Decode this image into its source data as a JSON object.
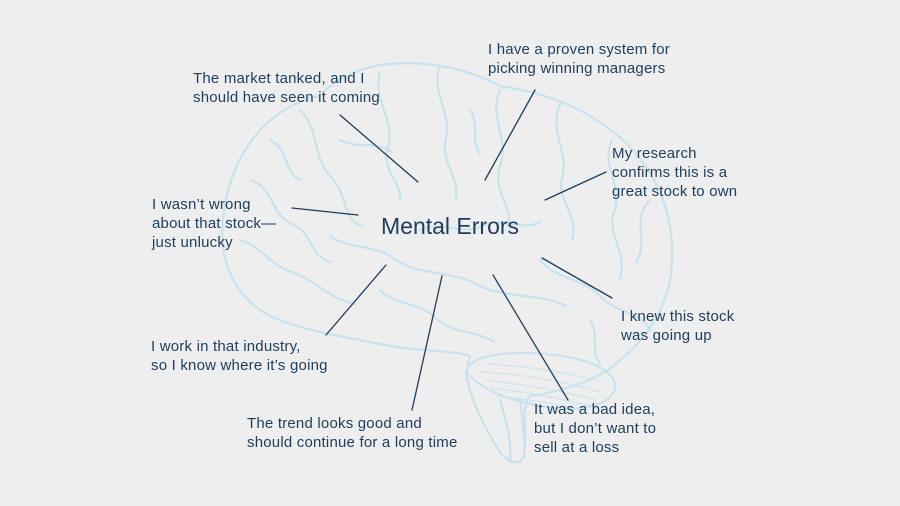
{
  "title": "Mental Errors",
  "colors": {
    "background": "#eeeeee",
    "text": "#1e3d5a",
    "brain_outline": "#c8e2ee",
    "connector": "#1e3d5a"
  },
  "statements": [
    {
      "id": "market-tanked",
      "text": "The market tanked, and I\nshould have seen it coming"
    },
    {
      "id": "proven-system",
      "text": "I have a proven system for\npicking winning managers"
    },
    {
      "id": "research-confirms",
      "text": "My research\nconfirms this is a\ngreat stock to own"
    },
    {
      "id": "wasnt-wrong",
      "text": "I wasn’t wrong\nabout that stock—\njust unlucky"
    },
    {
      "id": "knew-going-up",
      "text": "I knew this stock\nwas going up"
    },
    {
      "id": "work-in-industry",
      "text": "I work in that industry,\nso I know where it’s going"
    },
    {
      "id": "trend-looks-good",
      "text": "The trend looks good and\nshould continue for a long time"
    },
    {
      "id": "bad-idea",
      "text": "It was a bad idea,\nbut I don’t want to\nsell at a loss"
    }
  ]
}
